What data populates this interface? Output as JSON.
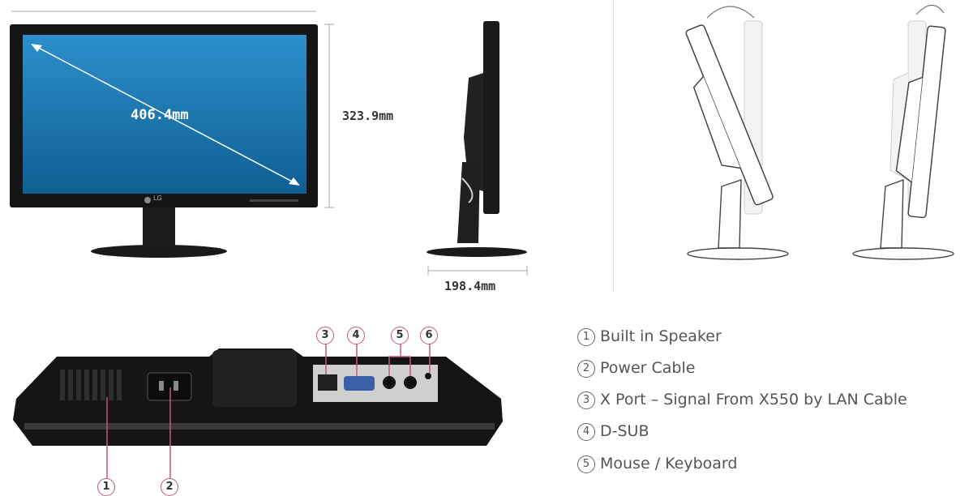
{
  "dimensions": {
    "diagonal": "406.4mm",
    "height": "323.9mm",
    "depth": "198.4mm"
  },
  "brand": "LG",
  "callouts": [
    "1",
    "2",
    "3",
    "4",
    "5",
    "6"
  ],
  "legend": [
    {
      "num": "1",
      "label": "Built in Speaker"
    },
    {
      "num": "2",
      "label": "Power Cable"
    },
    {
      "num": "3",
      "label": "X Port – Signal From X550 by LAN Cable"
    },
    {
      "num": "4",
      "label": "D-SUB"
    },
    {
      "num": "5",
      "label": "Mouse / Keyboard"
    }
  ],
  "colors": {
    "screen": "#1a7bb5",
    "bezel": "#151515",
    "callout_line": "#c05a7a"
  }
}
